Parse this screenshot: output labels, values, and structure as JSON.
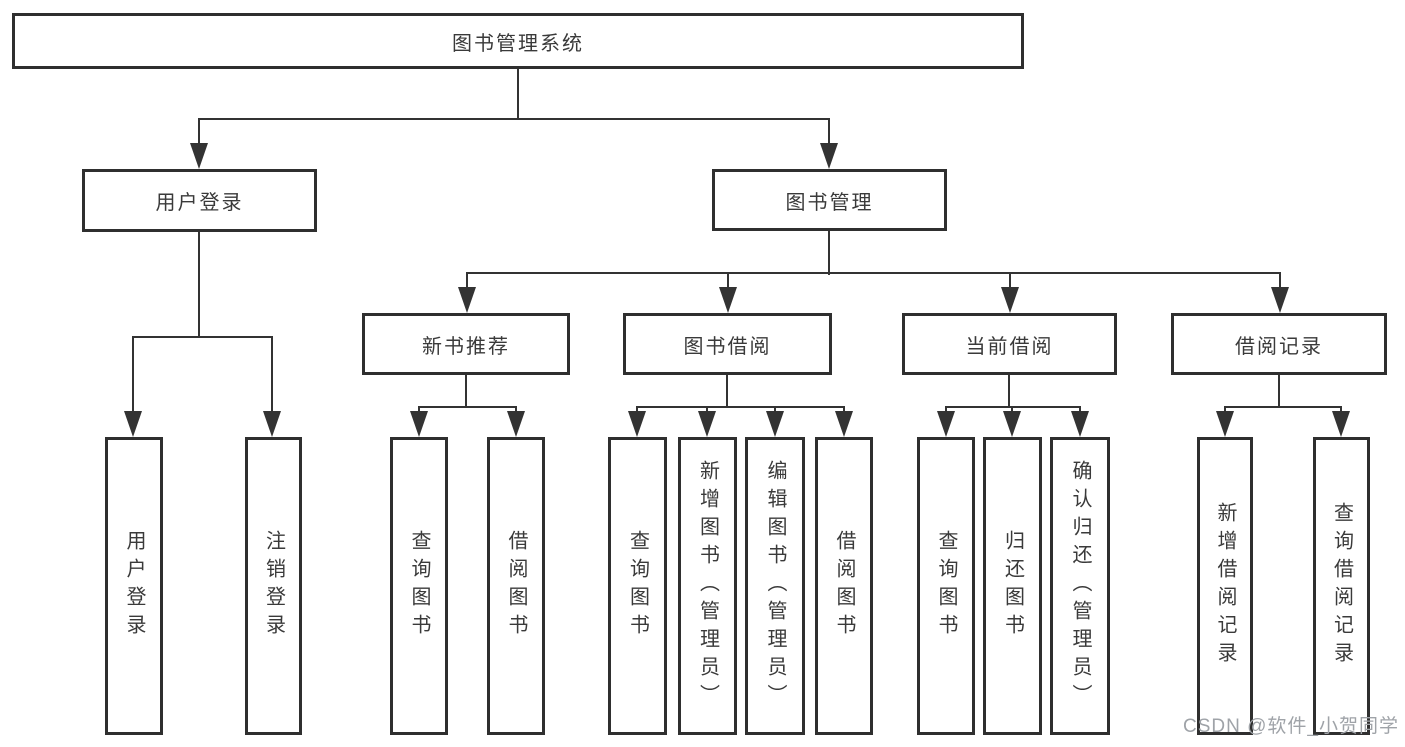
{
  "root": {
    "label": "图书管理系统",
    "children": [
      {
        "label": "用户登录",
        "children": [
          {
            "label": "用户登录"
          },
          {
            "label": "注销登录"
          }
        ]
      },
      {
        "label": "图书管理",
        "children": [
          {
            "label": "新书推荐",
            "children": [
              {
                "label": "查询图书"
              },
              {
                "label": "借阅图书"
              }
            ]
          },
          {
            "label": "图书借阅",
            "children": [
              {
                "label": "查询图书"
              },
              {
                "label": "新增图书（管理员）"
              },
              {
                "label": "编辑图书（管理员）"
              },
              {
                "label": "借阅图书"
              }
            ]
          },
          {
            "label": "当前借阅",
            "children": [
              {
                "label": "查询图书"
              },
              {
                "label": "归还图书"
              },
              {
                "label": "确认归还（管理员）"
              }
            ]
          },
          {
            "label": "借阅记录",
            "children": [
              {
                "label": "新增借阅记录"
              },
              {
                "label": "查询借阅记录"
              }
            ]
          }
        ]
      }
    ]
  },
  "watermark": "CSDN @软件_小贺同学",
  "colors": {
    "line": "#333333",
    "border": "#2f2f2f",
    "text": "#3a3a3a",
    "watermark": "#9fa3a8",
    "background": "#ffffff"
  }
}
